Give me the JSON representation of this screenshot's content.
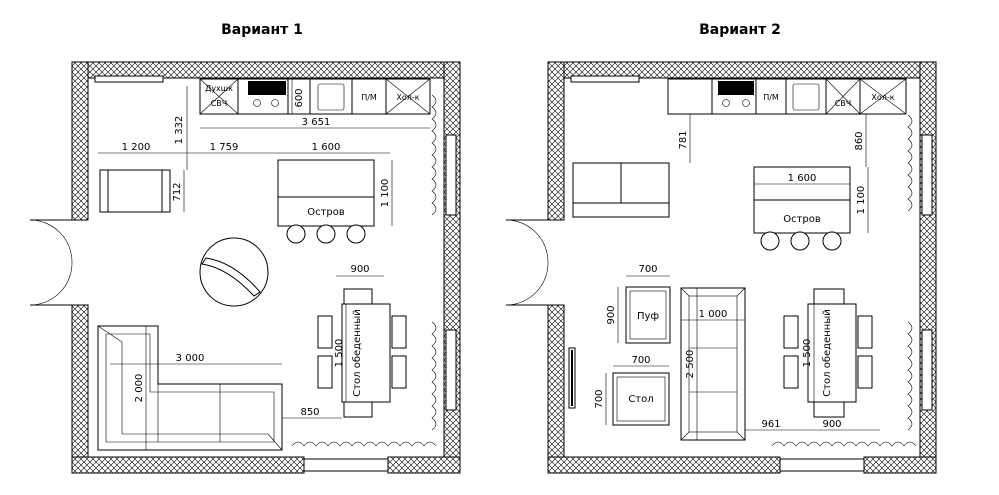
{
  "variants": [
    {
      "title": "Вариант 1",
      "labels": {
        "oven": "Духшк",
        "microwave": "СВЧ",
        "dishwasher": "П/М",
        "fridge": "Хол-к",
        "island": "Остров",
        "dining_table": "Стол обеденный"
      },
      "dims": {
        "counter_depth": "600",
        "counter_width": "3 651",
        "wall_to_sofa": "1 332",
        "sofa_width": "1 200",
        "sofa_to_island": "1 759",
        "island_width": "1 600",
        "island_depth": "1 100",
        "sofa_depth": "712",
        "table_width": "900",
        "table_length": "1 500",
        "corner_sofa_width": "3 000",
        "corner_sofa_depth": "2 000",
        "sofa_to_table": "850"
      }
    },
    {
      "title": "Вариант 2",
      "labels": {
        "dishwasher": "П/М",
        "microwave": "СВЧ",
        "fridge": "Хол-к",
        "island": "Остров",
        "pouf": "Пуф",
        "table": "Стол",
        "dining_table": "Стол обеденный"
      },
      "dims": {
        "wall_to_sofa": "781",
        "counter_to_island": "860",
        "island_width": "1 600",
        "island_depth": "1 100",
        "pouf_width": "700",
        "pouf_depth": "900",
        "sofa_depth": "1 000",
        "sofa_length": "2 500",
        "table_width": "700",
        "table_depth": "700",
        "dining_width": "900",
        "dining_length": "1 500",
        "sofa_to_dining": "961"
      }
    }
  ]
}
